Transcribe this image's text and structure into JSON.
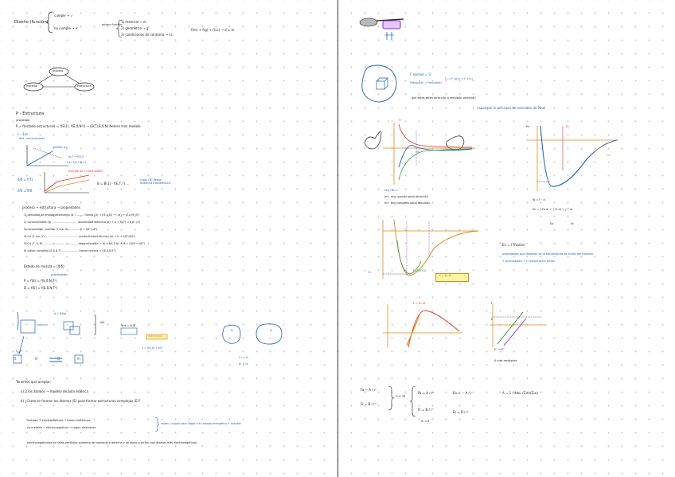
{
  "colors": {
    "ink": "#1c1c1c",
    "blue": "#1f5fb8",
    "orange": "#e08a1c",
    "purple": "#8a2be2",
    "green": "#2e9e3a",
    "red": "#d9342b",
    "highlight": "#fff3a8",
    "dots": "#c9c9c9"
  },
  "left": {
    "diseno": "Diseño (función)",
    "cumple": "cumple → ✓",
    "no_cumple": "no cumple → ✗",
    "mismo_funcion": "mismo función",
    "cond1": "1) material → m",
    "cond2": "2) geometría → g",
    "cond3": "3) condiciones de contorno → cc",
    "eq_f": "f(m) + f(g) + f(cc) → d = m",
    "tri_top": "proceso",
    "tri_left": "material",
    "tri_right": "estructura",
    "estructura_head": "P - Estructura",
    "sub_p": "propiedad",
    "p_line": "P = f(estado estructural) = f(E(1), f(E,δ,N²)) → (E(T),E,δ,N)   Nelson tron modelo",
    "ljs": "L - 1/r²",
    "ljs_sub": "dist. Lennard Jones",
    "g1_label": "modelo (L)",
    "g1_b": "N_F → f(E,?)",
    "g1_c": "α→ f(E,?,N,Y)",
    "g2_red": "Energía de F (fracturable)",
    "frac1": "δ/δ = f(T)",
    "frac2": "δ/δ = δ/δ",
    "eq_right": "B = B(1) · f(E,T,?) ...",
    "blue_note": "(tipo) (N) desde distancia interatómica",
    "proceso_head": "proceso → estructura → propiedades",
    "list": [
      "1) densidad de empaquetamiento (d.) ......... fuerza (d) → f(E,δ,N) ⟶ (d) → (E,δ,N²,δ²)",
      "2) conductividad (σ) ............................. resistividad eléctrica (ρ) → ρ → f(ρ²) = f(ρ², ρ³)",
      "3) compresión, presión (T cte, V) ............ δ → f(δ²) (δ³)",
      "4) Cd (T cte, V) ...................................... conductividad térmica (k) → k → f(δ²)/f(δ³)",
      "5) Cd (T, V, P) ........................................ magnetización → M → f(E,T,N) → M = f(δ²) + f(δ³)",
      "6) sólido complejo (E,δ,N,T) ................... fuerza interna → f(E,δ,N,T²)"
    ],
    "estado_head": "Estado de mezcla = (δ/δ)",
    "estado_sub": "propiedades",
    "p_eq1": "P = f(E) = f(E,δ,N,T²)",
    "p_eq2": "D = f(E) = f(E,δ,N,T²)",
    "fig_top": "d = δ/Nd",
    "fig_frac": "δ/δ",
    "fig_u": "la d = d(δ)",
    "fig_box": "estructura",
    "fig_eq": "λ = f(E,δ) + N,T",
    "bottom_labels": [
      "δ",
      "δ²",
      "Q",
      "δ²"
    ],
    "cells_left": "δ₁",
    "cells_right": "δ₂",
    "cells_eq1": "V₁ < V₂",
    "cells_eq2": "d₁ = d₂",
    "q_head": "Tenemos que aceptar:",
    "q_a": "a) 2 los átomos → modelo de bola esférica",
    "q_b": "b) ¿Como se forman los átomos (E) para formar estructuras complejas (E)?",
    "metal1": "metales → electropositivos → ceden electrones",
    "metal2": "no metales → electronegativos → cogen electrones",
    "metal_note": "ceden / cogen para llegar a su estado energético + estable",
    "electro": "electronegatividad en tabla periódica aumenta de izquierda a derecha y de abajo a arriba (son átomos más electronegativos)"
  },
  "right": {
    "f_eq": "F normal = 0",
    "f_frac": "Fatracción = Frepulsión",
    "f_eq2": "F₀ = F_a(r₀) + F_r(r₀)",
    "f_note": "que estos están atracción o repulsión atracción",
    "pauli": "causa por el principio de exclusión de Pauli",
    "fr_label": "Fr",
    "fa_label": "Fa",
    "f_axis": "F",
    "r_axis": "r",
    "fa_caption1": "Fa(r) en r₀",
    "fa_caption2": "en r muy grande gana atracción",
    "fa_caption3": "en r muy pequeño gana repulsión",
    "en_label": "En",
    "ec_label": "Ec",
    "ea_label": "Ea",
    "work": "W = F · d",
    "en_int": "En = ∫ Fa dr + ∫ Fr dr = ∫ F dr",
    "en_bottom": [
      "Ea",
      "Ec"
    ],
    "e0_label": "E₀",
    "green_label": "ELÁSTICA",
    "box_eq": "F = K₀ Δr",
    "enf": "En = f (fusión)",
    "prop1": "propiedades que depende de la temperatura de fusión del material",
    "prop2": "↑ profundidad → ↑ temperatura fusión",
    "fg_label": "F = K₀ δF",
    "f2_label": "F",
    "e_label": "E",
    "e_compare": "E'' > E''",
    "mas_res": "A más resistente",
    "fa_eq": "Fa ∼ A / rⁿ",
    "fr_eq": "Fr ∼ B / rᵐ",
    "brace_eq": "n < m",
    "fa_b": "Fa = A / r²",
    "fr_b": "Fr = B / rᵐ",
    "m_val": "m ≈ 8",
    "ea_eq": "Ea = − A / r",
    "er_eq": "Er = B / rⁿ",
    "a_eq": "A = 1 / 4πε₀ (Z₁e)(Z₂e)"
  }
}
